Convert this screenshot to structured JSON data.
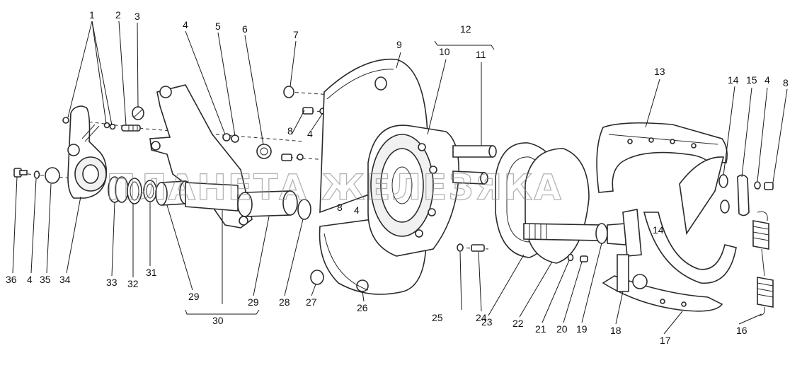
{
  "watermark": "ПЛАНЕТА ЖЕЛЕЗЯКА",
  "callouts": {
    "c1": "1",
    "c2": "2",
    "c3": "3",
    "c4a": "4",
    "c5": "5",
    "c6": "6",
    "c7": "7",
    "c8a": "8",
    "c4b": "4",
    "c8b": "8",
    "c4c": "4",
    "c9": "9",
    "c10": "10",
    "c11": "11",
    "c12": "12",
    "c13": "13",
    "c14a": "14",
    "c15": "15",
    "c4d": "4",
    "c8c": "8",
    "c14b": "14",
    "c16": "16",
    "c17": "17",
    "c18": "18",
    "c19": "19",
    "c20": "20",
    "c21": "21",
    "c22": "22",
    "c23": "23",
    "c24": "24",
    "c25": "25",
    "c26": "26",
    "c27": "27",
    "c28": "28",
    "c29a": "29",
    "c29b": "29",
    "c30": "30",
    "c31": "31",
    "c32": "32",
    "c33": "33",
    "c34": "34",
    "c35": "35",
    "c4e": "4",
    "c36": "36"
  }
}
